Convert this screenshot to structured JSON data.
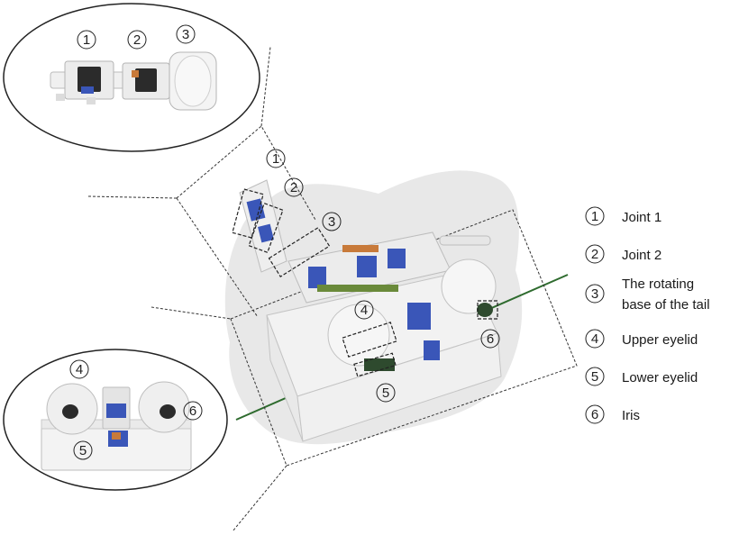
{
  "legend": {
    "items": [
      {
        "number": "1",
        "lines": [
          "Joint 1"
        ]
      },
      {
        "number": "2",
        "lines": [
          "Joint 2"
        ]
      },
      {
        "number": "3",
        "lines": [
          "The rotating",
          "base of the tail"
        ]
      },
      {
        "number": "4",
        "lines": [
          "Upper eyelid"
        ]
      },
      {
        "number": "5",
        "lines": [
          "Lower eyelid"
        ]
      },
      {
        "number": "6",
        "lines": [
          "Iris"
        ]
      }
    ]
  },
  "callouts": {
    "top_inset": [
      "1",
      "2",
      "3"
    ],
    "tail": [
      "1",
      "2",
      "3"
    ],
    "body": [
      "4",
      "5",
      "6"
    ],
    "bottom_inset": [
      "4",
      "5",
      "6"
    ]
  },
  "colors": {
    "ink": "#222222",
    "axis_line": "#2e6b2e",
    "servo_blue": "#3a56b8",
    "plastic": "#f1f1f1",
    "shadow": "#e6e6e6"
  }
}
